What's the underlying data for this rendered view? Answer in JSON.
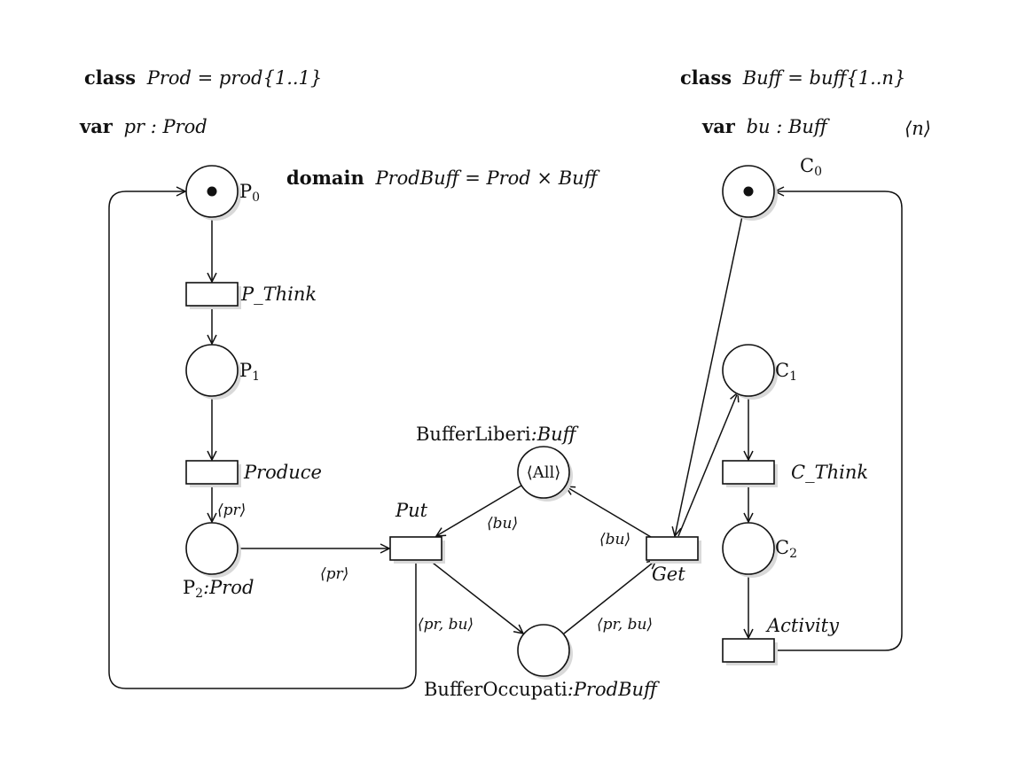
{
  "header": {
    "prod_class": {
      "keyword": "class",
      "text": "Prod = prod{1..1}"
    },
    "prod_var": {
      "keyword": "var",
      "text": "pr : Prod"
    },
    "buff_class": {
      "keyword": "class",
      "text": "Buff = buff{1..n}"
    },
    "buff_var": {
      "keyword": "var",
      "text": "bu : Buff"
    },
    "buff_param": "⟨n⟩",
    "domain": {
      "keyword": "domain",
      "text": "ProdBuff = Prod × Buff"
    }
  },
  "places": {
    "p0": {
      "name": "P",
      "sub": "0",
      "tokens": 1
    },
    "p1": {
      "name": "P",
      "sub": "1",
      "tokens": 0
    },
    "p2": {
      "name": "P",
      "sub": "2",
      "type": ":Prod",
      "tokens": 0
    },
    "buffer_liberi": {
      "name": "BufferLiberi",
      "type": ":Buff",
      "marking": "⟨All⟩"
    },
    "buffer_occupati": {
      "name": "BufferOccupati",
      "type": ":ProdBuff"
    },
    "c0": {
      "name": "C",
      "sub": "0",
      "tokens": 1
    },
    "c1": {
      "name": "C",
      "sub": "1",
      "tokens": 0
    },
    "c2": {
      "name": "C",
      "sub": "2",
      "tokens": 0
    }
  },
  "transitions": {
    "p_think": "P_Think",
    "produce": "Produce",
    "put": "Put",
    "get": "Get",
    "c_think": "C_Think",
    "activity": "Activity"
  },
  "arc_labels": {
    "produce_p2": "⟨pr⟩",
    "p2_put": "⟨pr⟩",
    "bl_put": "⟨bu⟩",
    "get_bl": "⟨bu⟩",
    "put_bo": "⟨pr, bu⟩",
    "bo_get": "⟨pr, bu⟩"
  },
  "colors": {
    "stroke": "#111111",
    "fill": "#ffffff",
    "shadow": "#d9d9d9"
  }
}
